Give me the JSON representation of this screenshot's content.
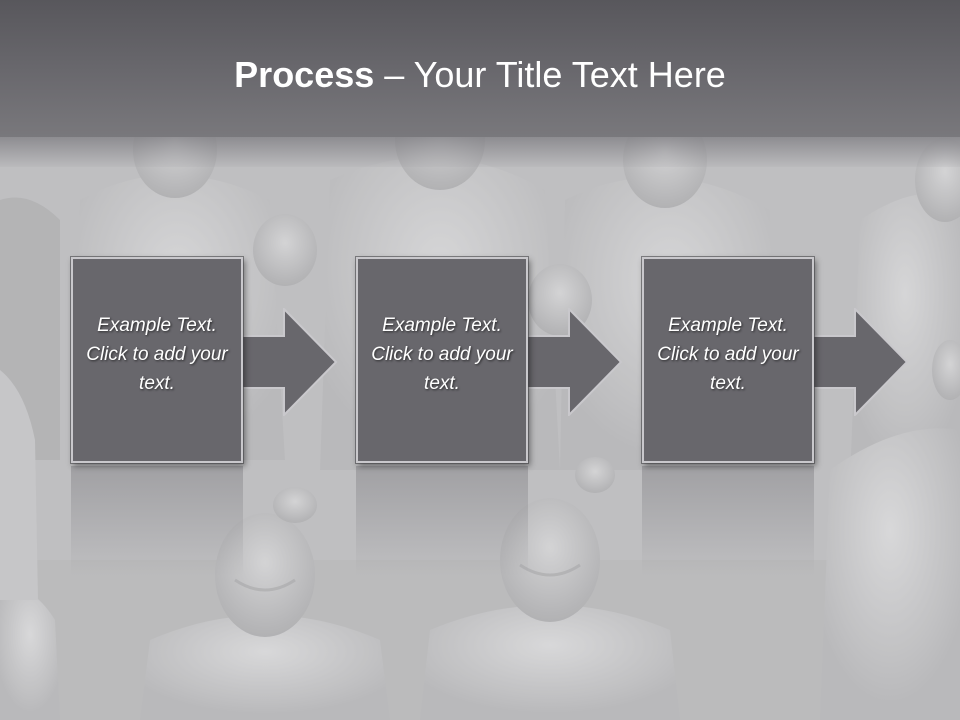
{
  "title": {
    "bold": "Process",
    "rest": " – Your Title Text Here"
  },
  "steps": [
    {
      "text": "Example Text. Click  to add your text."
    },
    {
      "text": "Example Text. Click  to add your text."
    },
    {
      "text": "Example Text. Click  to add your text."
    }
  ],
  "icons": {
    "arrow": "right-arrow-icon"
  },
  "colors": {
    "title_bar": "#6a696e",
    "step_fill": "#68676c",
    "step_border": "#c9c8cc",
    "text": "#ffffff"
  }
}
